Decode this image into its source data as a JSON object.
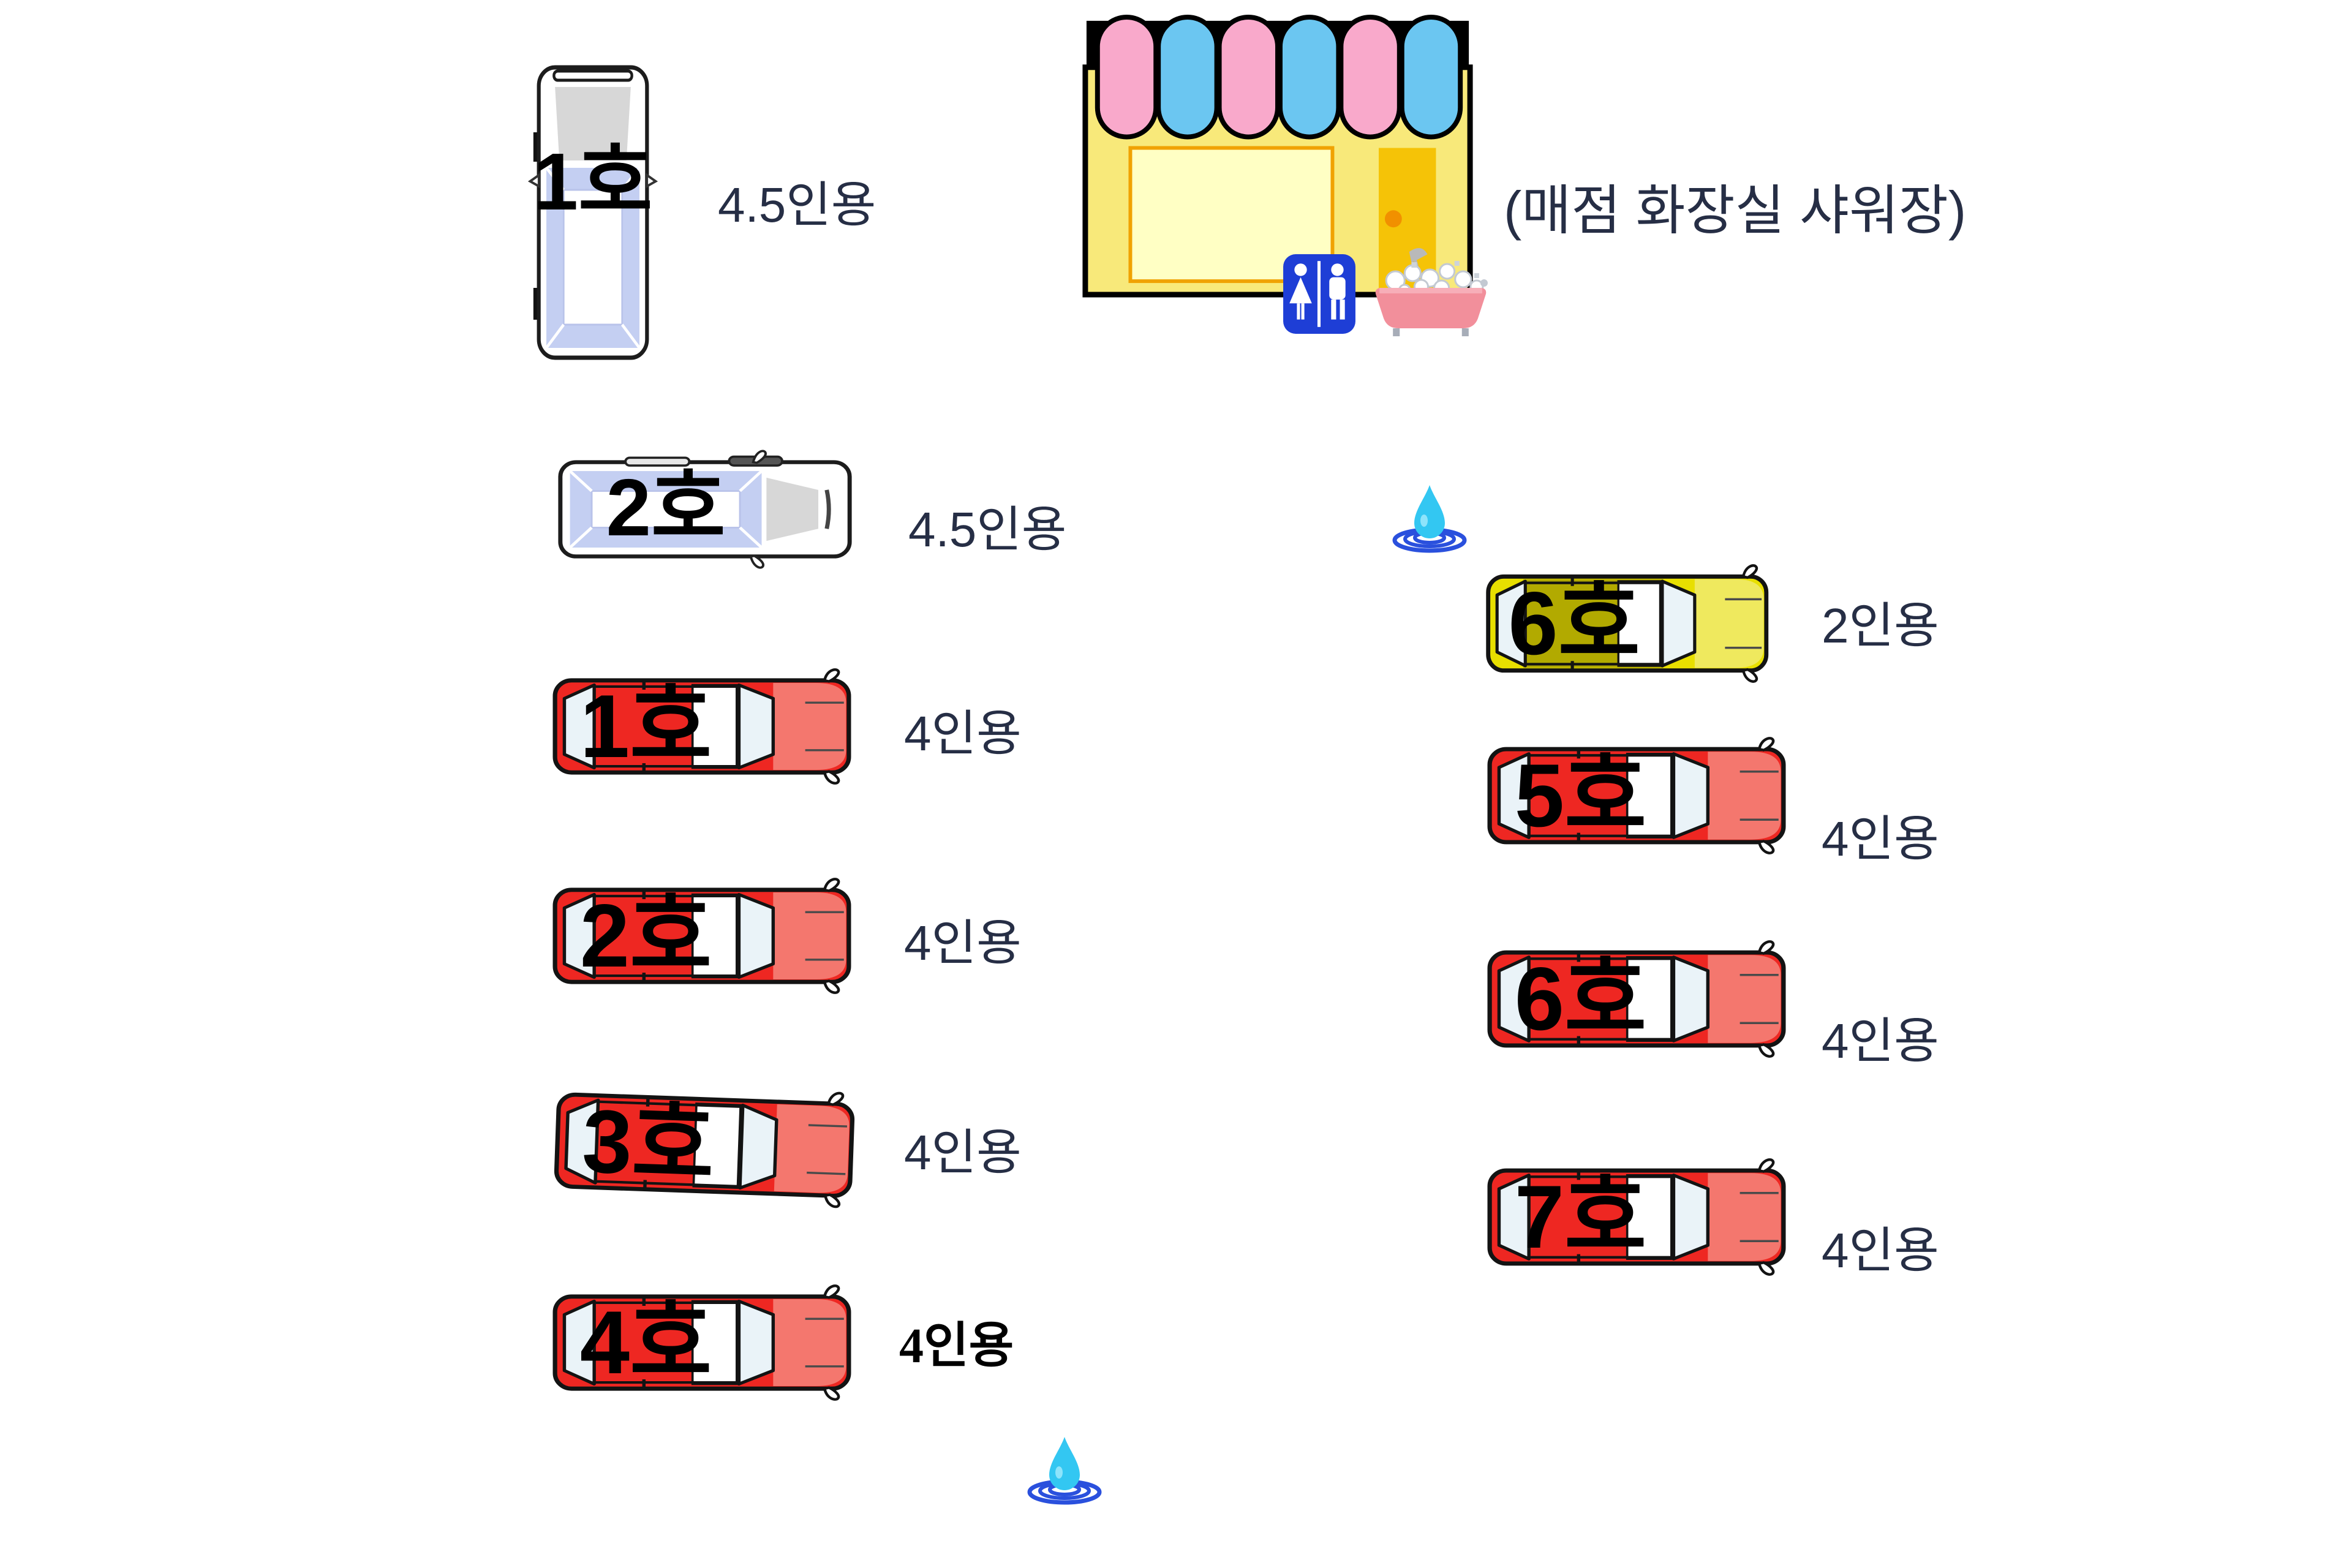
{
  "theme": {
    "red-body": "#ee2722",
    "red-hood": "#f4776e",
    "car-window": "#eaf3f8",
    "yellow-body": "#e8df00",
    "yellow-roof": "#b2aa00",
    "yellow-hood": "#efe95e",
    "caravan-blue": "#c4cff2",
    "caravan-gray": "#d7d7d7",
    "bld-body": "#f8e97a",
    "bld-window": "#ffffc4",
    "bld-window-border": "#f0a202",
    "bld-door": "#f5c307",
    "bld-knob": "#f19000",
    "awning-pink": "#f9a9cb",
    "awning-blue": "#6bc6f1",
    "sign-blue": "#1e3ed6",
    "tub-pink": "#f28f9b",
    "drop-cyan": "#33c7f2",
    "ripple-blue": "#2a50dd",
    "text-dark": "#262e45"
  },
  "building": {
    "caption": "(매점 화장실 샤워장)",
    "awning_scallops": [
      "pink",
      "blue",
      "pink",
      "blue",
      "pink",
      "blue"
    ],
    "icons": [
      "restroom-sign",
      "bathtub"
    ]
  },
  "vehicles": {
    "caravan1": {
      "label": "1호",
      "capacity": "4.5인용",
      "type": "caravan",
      "orientation": "vertical"
    },
    "caravan2": {
      "label": "2호",
      "capacity": "4.5인용",
      "type": "caravan",
      "orientation": "horizontal"
    },
    "left_cars": [
      {
        "label": "1호",
        "capacity": "4인용",
        "color": "red"
      },
      {
        "label": "2호",
        "capacity": "4인용",
        "color": "red"
      },
      {
        "label": "3호",
        "capacity": "4인용",
        "color": "red"
      },
      {
        "label": "4호",
        "capacity": "4인용",
        "color": "red",
        "capacity_bold": true
      }
    ],
    "right_cars": [
      {
        "label": "6호",
        "capacity": "2인용",
        "color": "yellow"
      },
      {
        "label": "5호",
        "capacity": "4인용",
        "color": "red"
      },
      {
        "label": "6호",
        "capacity": "4인용",
        "color": "red"
      },
      {
        "label": "7호",
        "capacity": "4인용",
        "color": "red"
      }
    ]
  },
  "water_taps": {
    "count": 2,
    "icon": "water-drop-with-ripples"
  }
}
